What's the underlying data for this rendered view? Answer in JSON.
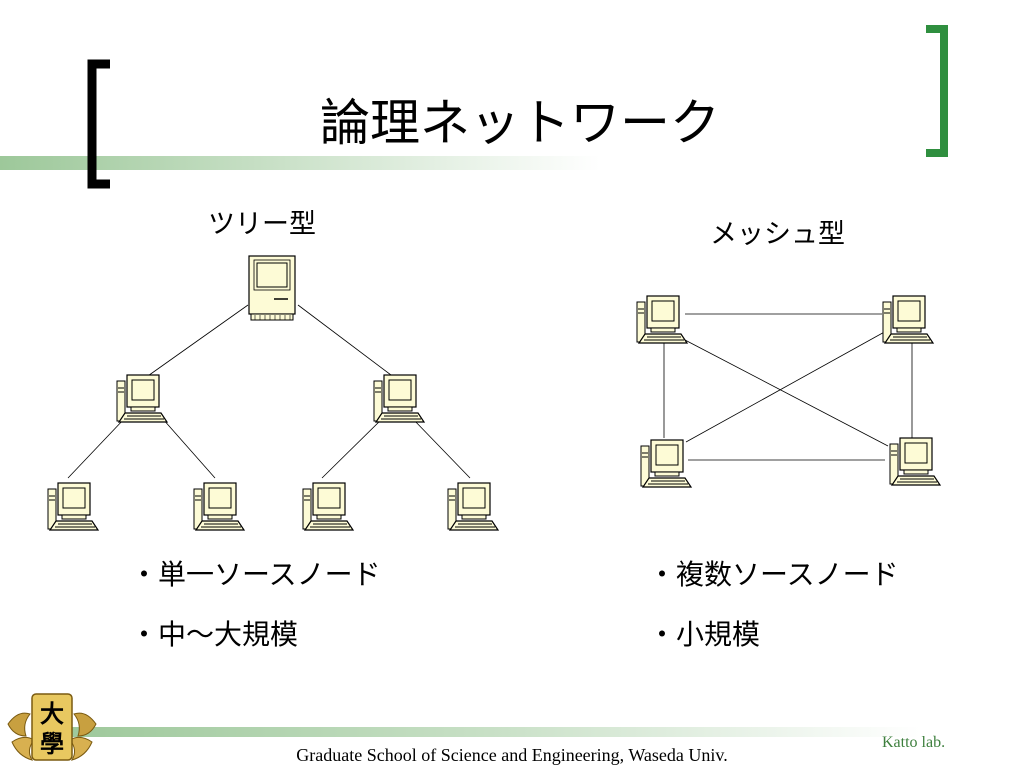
{
  "slide": {
    "title": "論理ネットワーク",
    "tree": {
      "label": "ツリー型",
      "bullets": [
        "・単一ソースノード",
        "・中～大規模"
      ]
    },
    "mesh": {
      "label": "メッシュ型",
      "bullets": [
        "・複数ソースノード",
        "・小規模"
      ]
    }
  },
  "footer": {
    "university": "Graduate School of Science and Engineering, Waseda Univ.",
    "lab": "Katto lab."
  },
  "logo": {
    "text": "大學"
  },
  "colors": {
    "accent_green": "#2f8f3f",
    "computer_fill": "#fdfbd6"
  }
}
